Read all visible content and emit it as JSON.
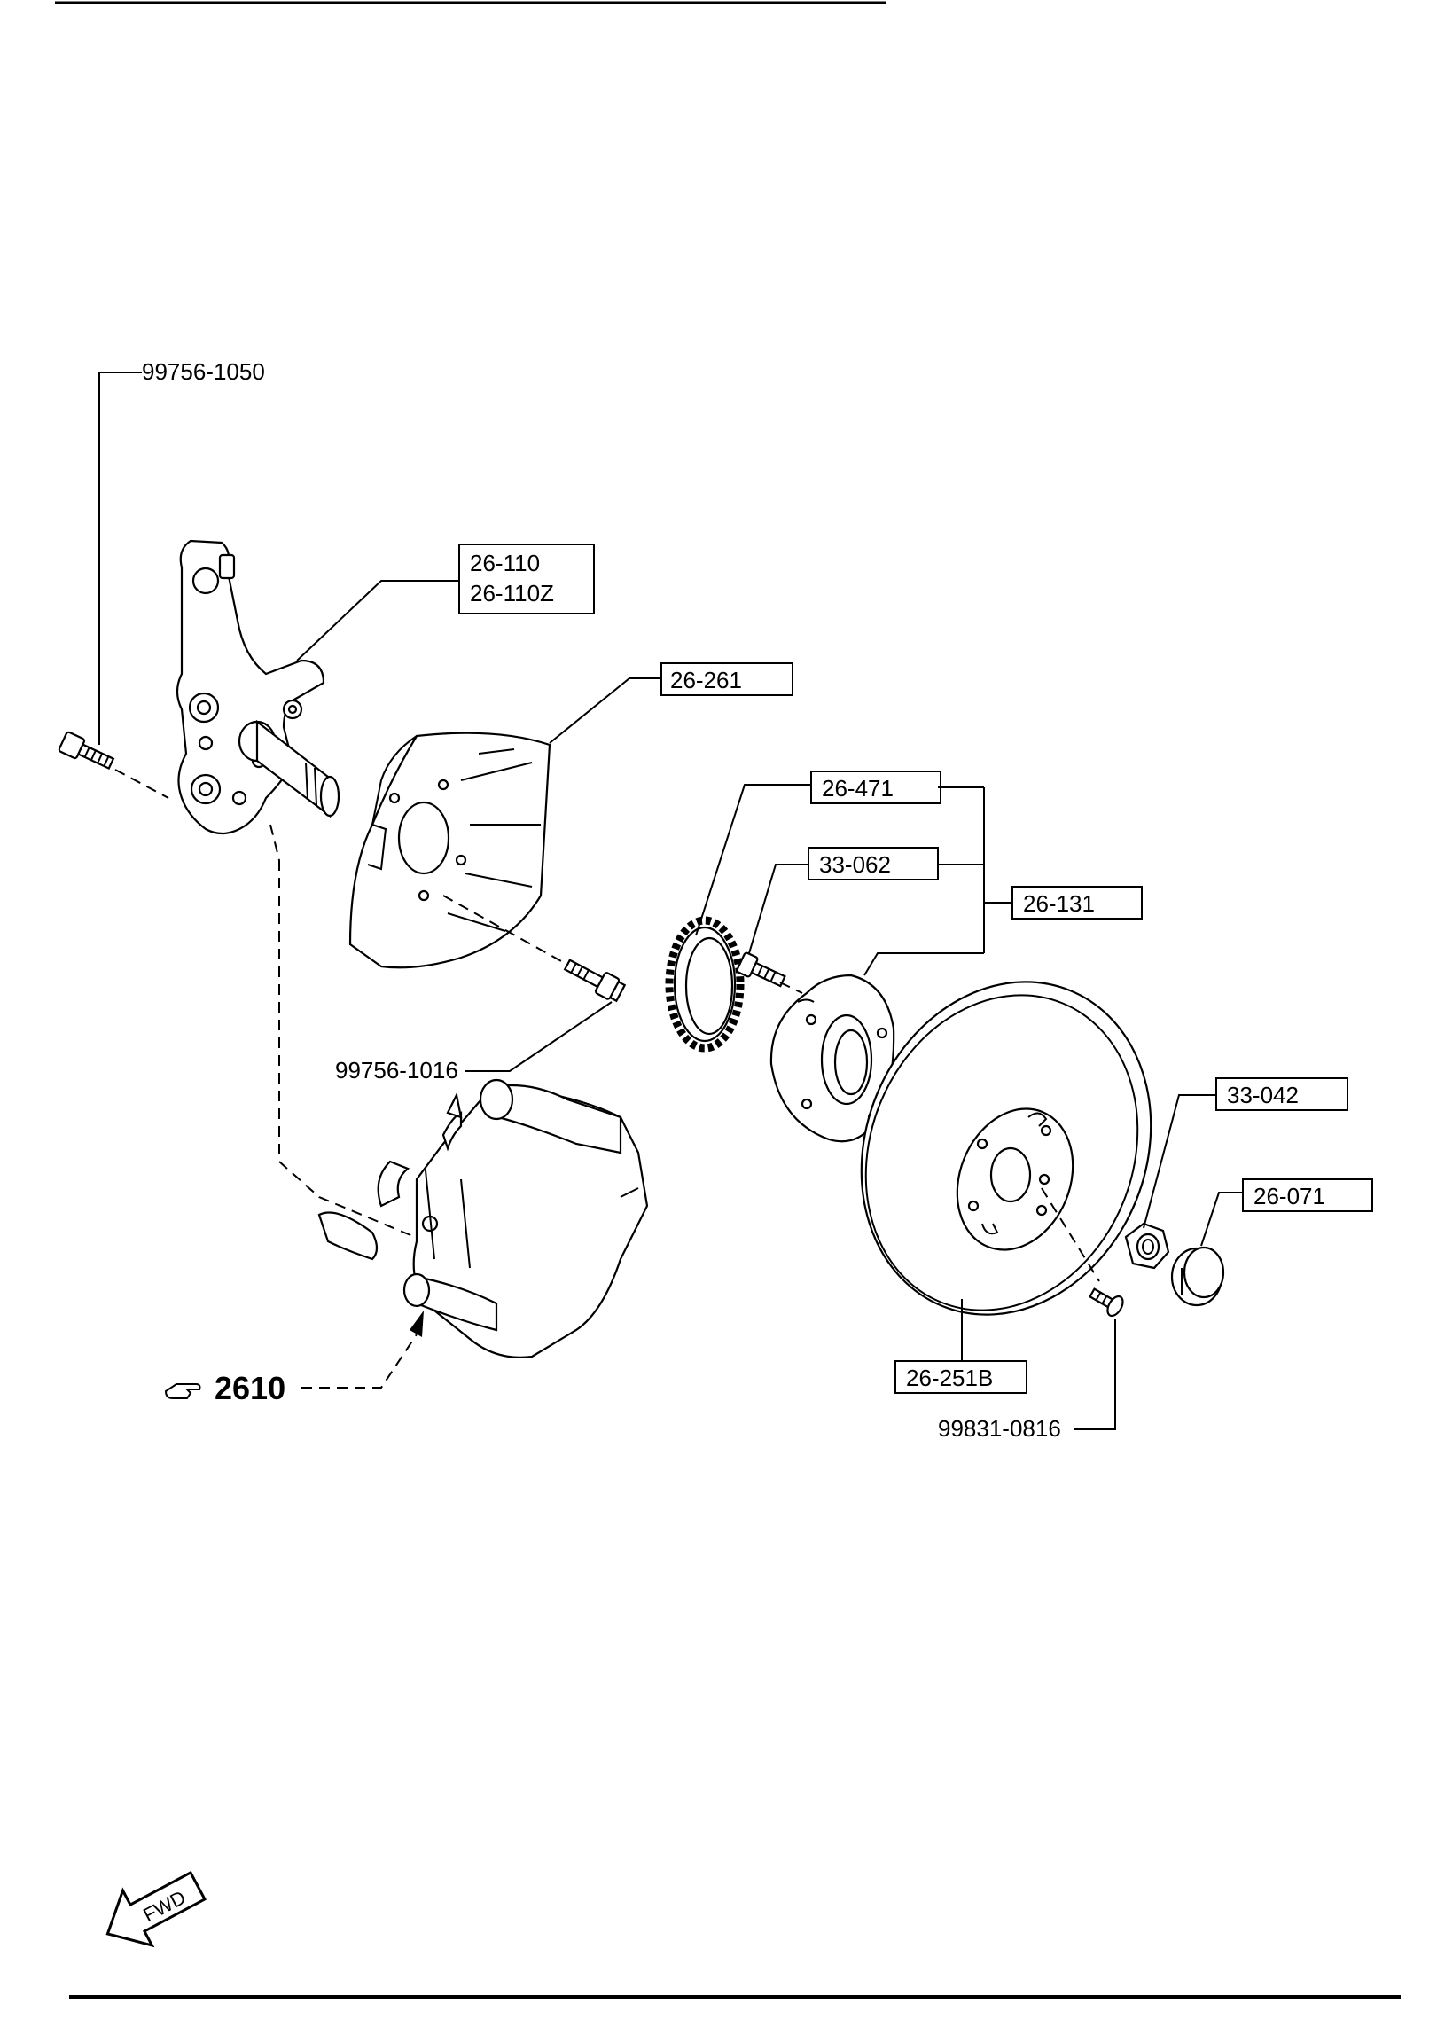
{
  "callouts": {
    "bolt_knuckle": "99756-1050",
    "knuckle_1": "26-110",
    "knuckle_2": "26-110Z",
    "dust_cover": "26-261",
    "abs_ring": "26-471",
    "hub_bolt": "33-062",
    "hub_assembly": "26-131",
    "bolt_cover": "99756-1016",
    "hub_nut": "33-042",
    "grease_cap": "26-071",
    "disc": "26-251B",
    "screw_disc": "99831-0816",
    "ref_group": "2610",
    "fwd_arrow": "FWD"
  },
  "icons": {
    "ref_pointer": "pointing-hand-icon",
    "fwd": "forward-arrow-icon"
  }
}
